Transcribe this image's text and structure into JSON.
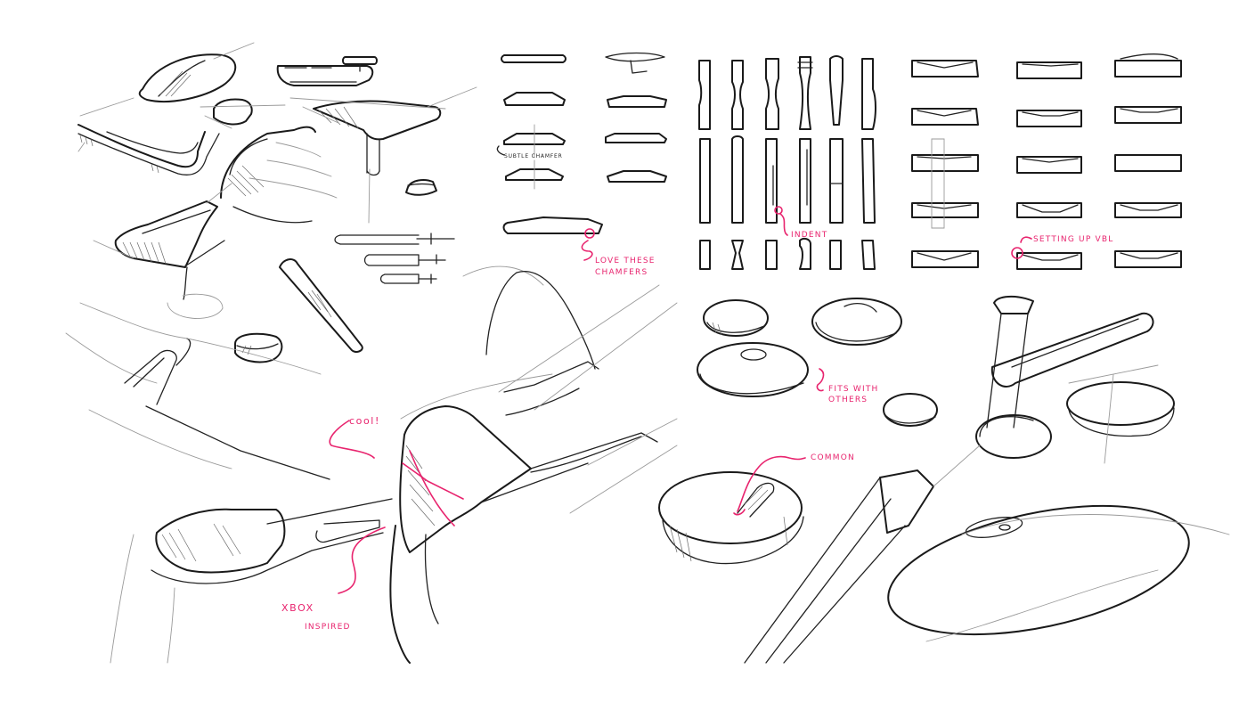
{
  "sheet": {
    "title": "Controller detail sketches",
    "ink_color": "#1a1a1a",
    "annotation_color": "#e8246e"
  },
  "annotations": {
    "subtle_chamfer": "SUBTLE CHAMFER",
    "love_chamfers_line1": "LOVE THESE",
    "love_chamfers_line2": "CHAMFERS",
    "indent": "INDENT",
    "setting_up_vbl": "SETTING UP VBL",
    "fits_with_line1": "FITS WITH",
    "fits_with_line2": "OTHERS",
    "common": "COMMON",
    "cool": "cool!",
    "xbox_line1": "XBOX",
    "xbox_line2": "INSPIRED"
  }
}
